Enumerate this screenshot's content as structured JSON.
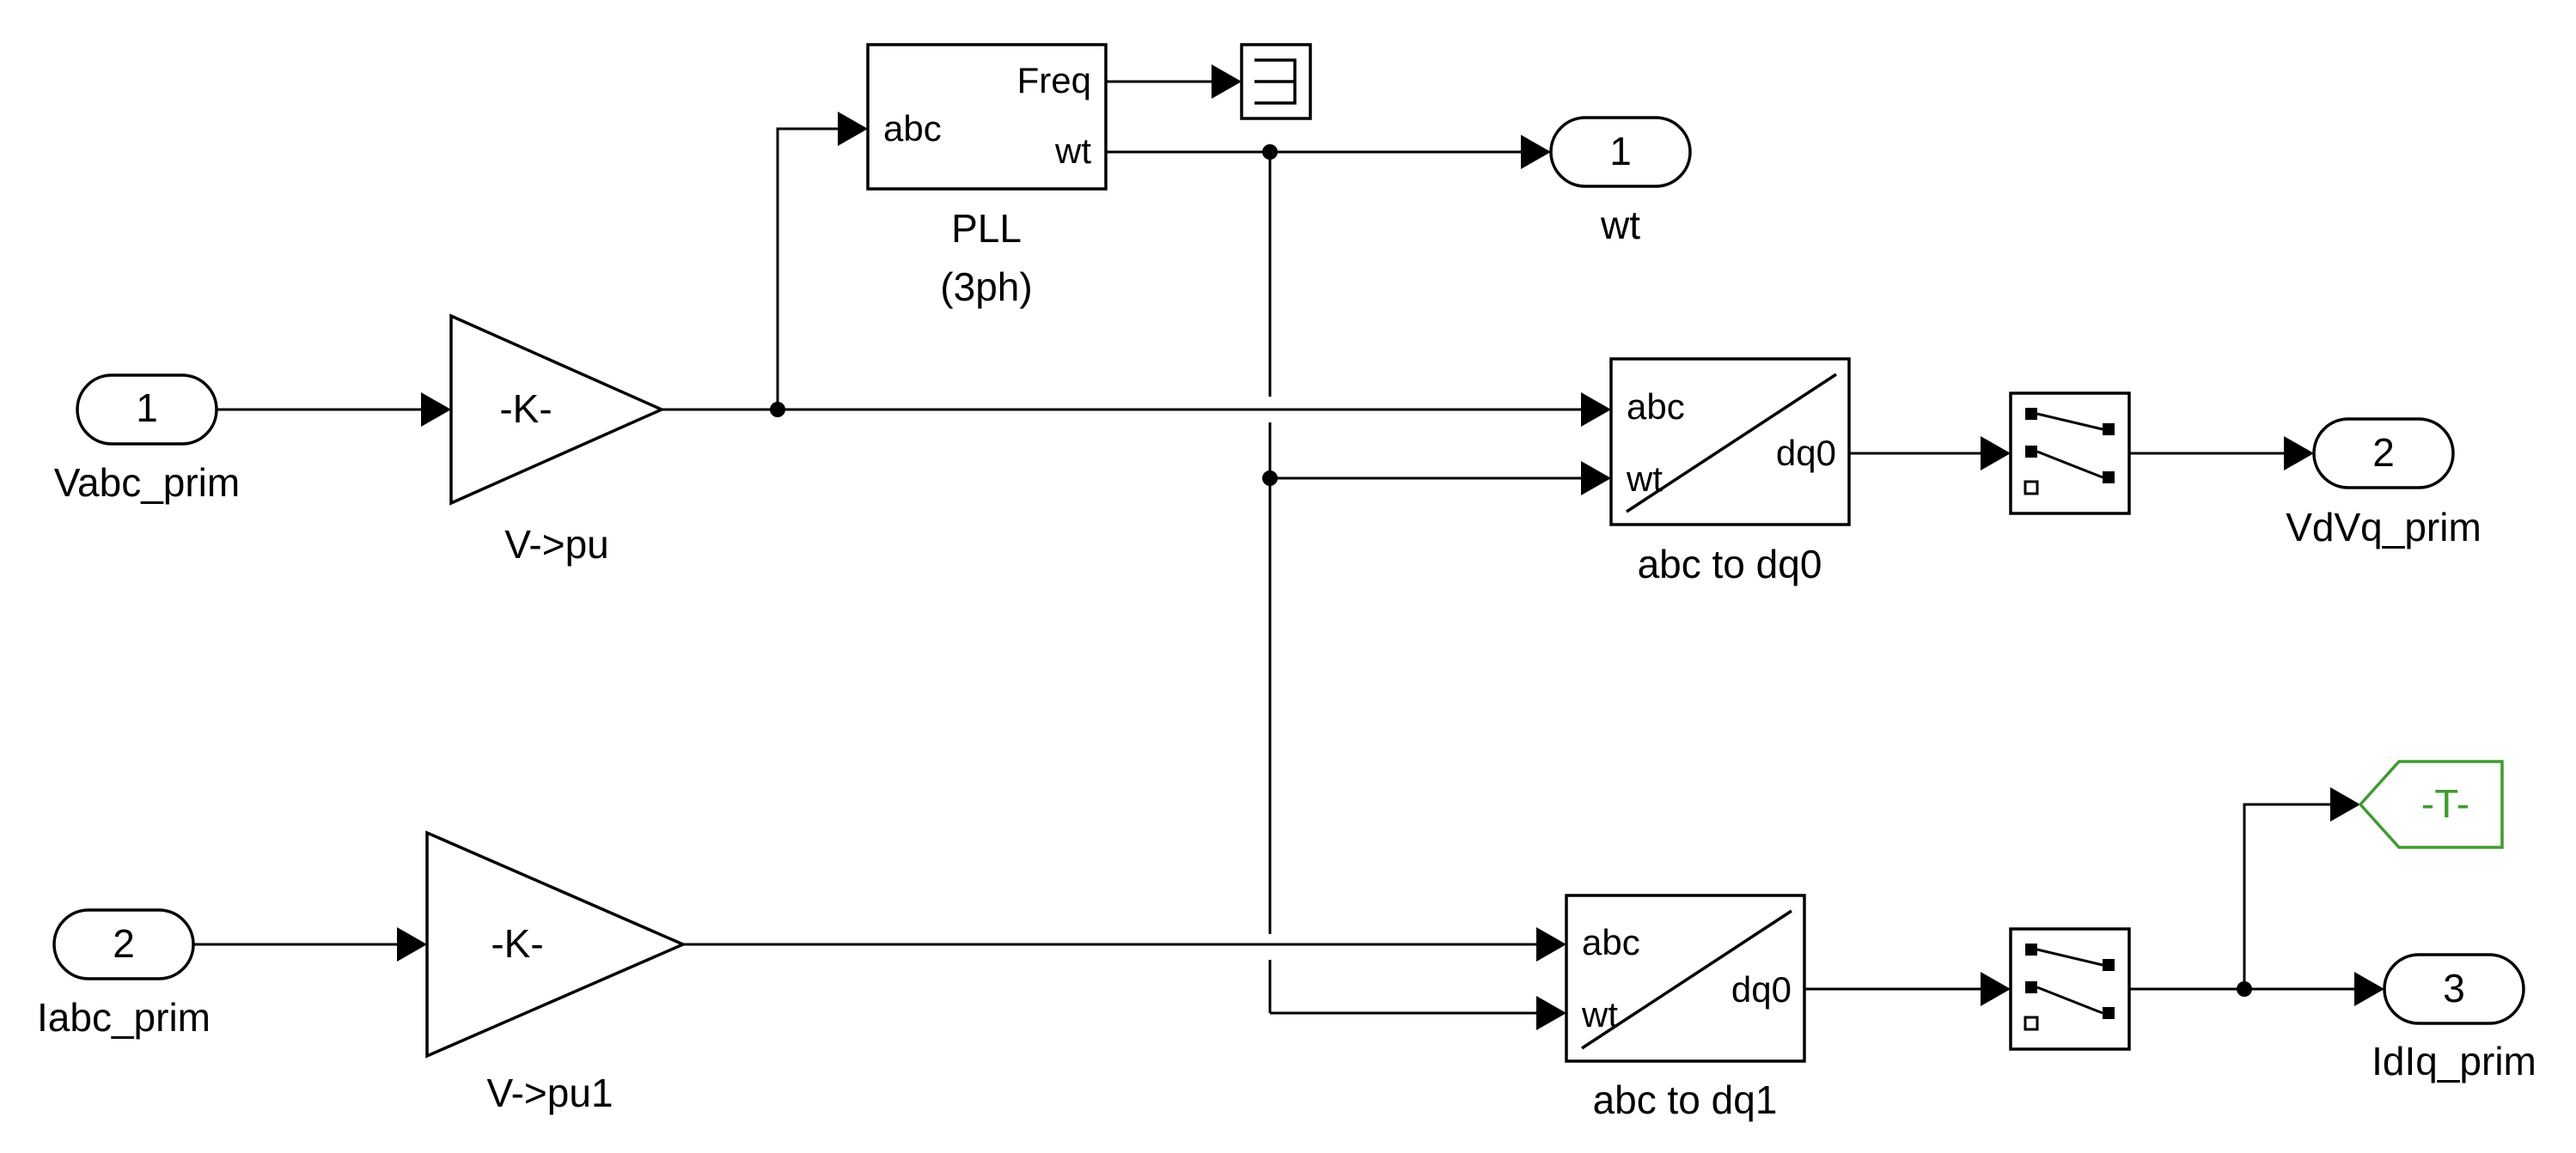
{
  "inports": [
    {
      "number": "1",
      "name": "Vabc_prim"
    },
    {
      "number": "2",
      "name": "Iabc_prim"
    }
  ],
  "outports": [
    {
      "number": "1",
      "name": "wt"
    },
    {
      "number": "2",
      "name": "VdVq_prim"
    },
    {
      "number": "3",
      "name": "IdIq_prim"
    }
  ],
  "gains": [
    {
      "symbol": "-K-",
      "name": "V->pu"
    },
    {
      "symbol": "-K-",
      "name": "V->pu1"
    }
  ],
  "pll": {
    "name_line1": "PLL",
    "name_line2": "(3ph)",
    "port_in": "abc",
    "port_freq": "Freq",
    "port_wt": "wt"
  },
  "transforms": [
    {
      "name": "abc to dq0",
      "in_abc": "abc",
      "in_wt": "wt",
      "out": "dq0"
    },
    {
      "name": "abc to dq1",
      "in_abc": "abc",
      "in_wt": "wt",
      "out": "dq0"
    }
  ],
  "goto_tag": "-T-"
}
